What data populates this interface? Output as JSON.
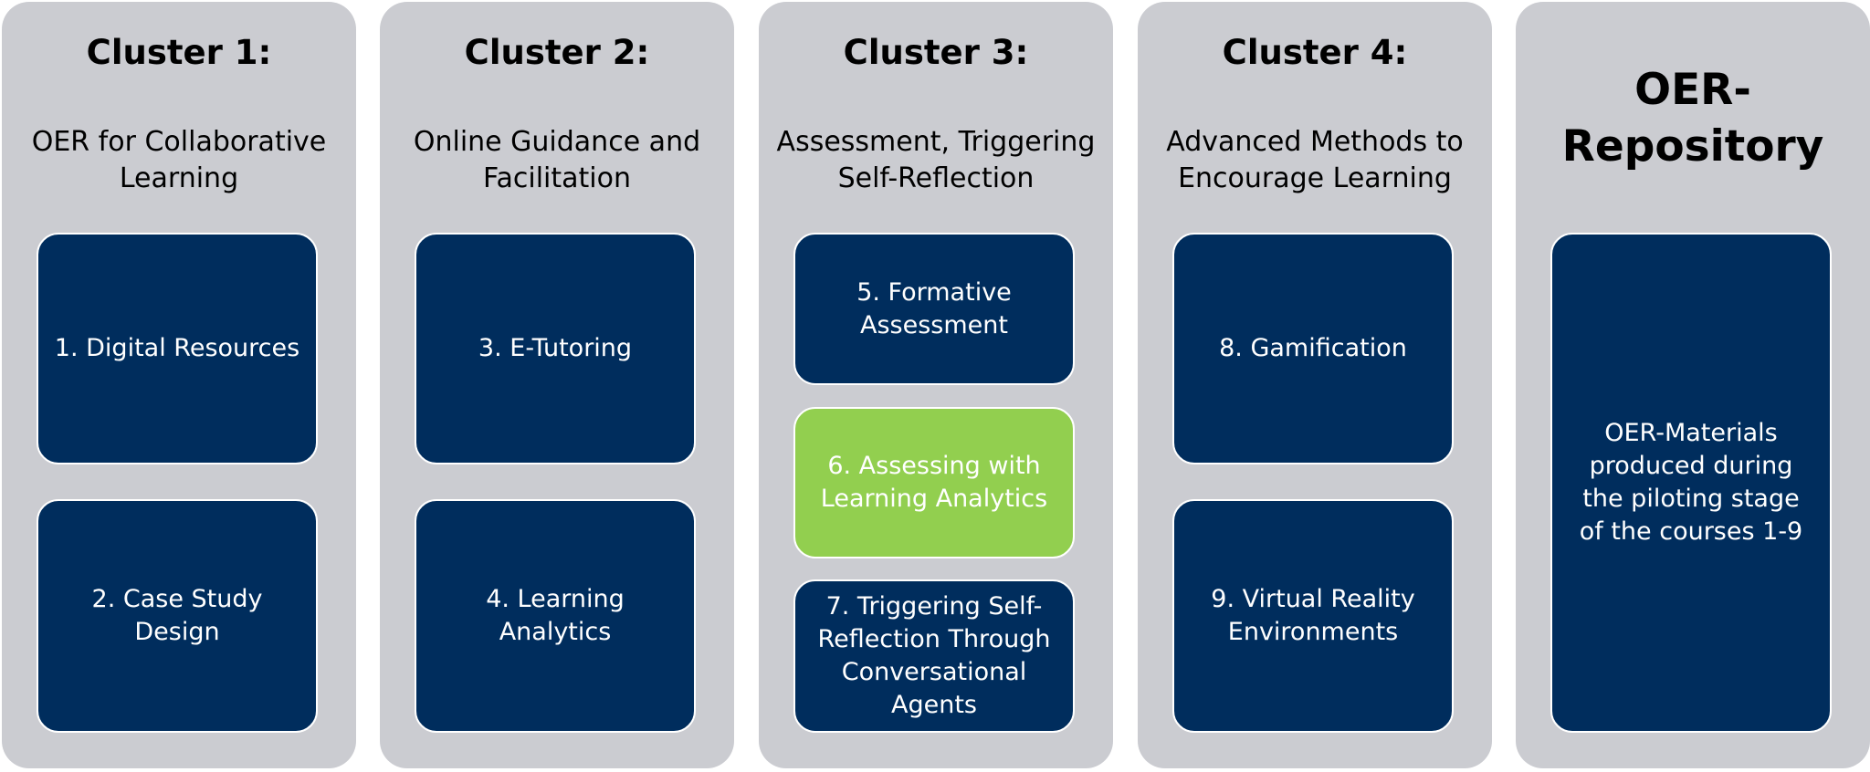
{
  "clusters": [
    {
      "title": "Cluster 1:",
      "subtitle": "OER for Collaborative Learning",
      "items": [
        "1. Digital Resources",
        "2. Case Study Design"
      ]
    },
    {
      "title": "Cluster 2:",
      "subtitle": "Online Guidance and Facilitation",
      "items": [
        "3. E-Tutoring",
        "4. Learning Analytics"
      ]
    },
    {
      "title": "Cluster 3:",
      "subtitle": "Assessment, Triggering Self-Reflection",
      "items": [
        "5. Formative Assessment",
        "6. Assessing with Learning Analytics",
        "7. Triggering Self-Reflection Through Conversational Agents"
      ]
    },
    {
      "title": "Cluster 4:",
      "subtitle": "Advanced Methods to Encourage Learning",
      "items": [
        "8. Gamification",
        "9. Virtual Reality Environments"
      ]
    }
  ],
  "repository": {
    "title": "OER-Repository",
    "item": "OER-Materials produced during the piloting stage of the courses 1-9"
  },
  "colors": {
    "column_background": "#cbccd1",
    "box_fill": "#002d5d",
    "highlight_fill": "#92cf4f",
    "box_text": "#ffffff"
  }
}
